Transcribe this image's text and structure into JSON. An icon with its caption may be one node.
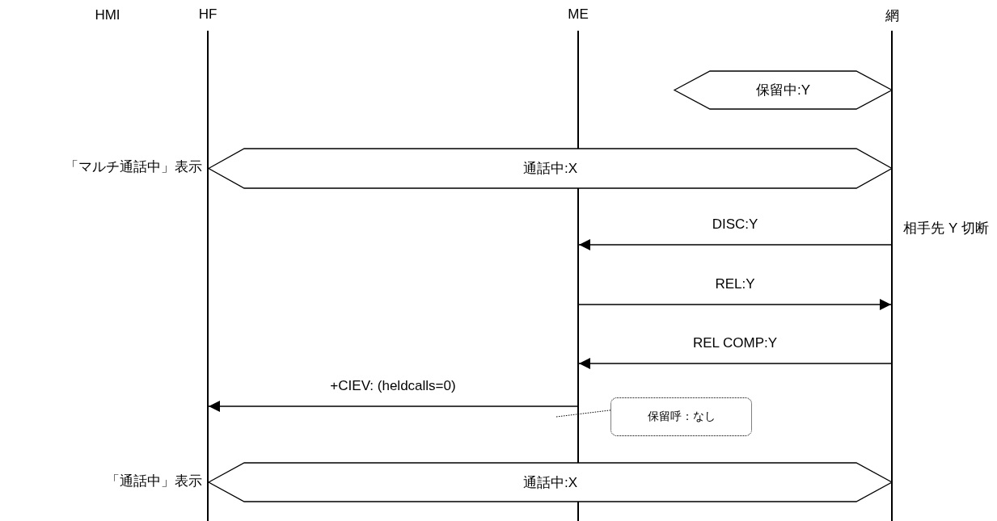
{
  "diagram": {
    "nodes": [
      {
        "text": [],
        "shape": "bar",
        "beside": [
          "HF"
        ]
      },
      {
        "text": [],
        "shape": "bar",
        "beside": [
          "ME"
        ]
      },
      {
        "text": [],
        "shape": "bar",
        "beside": [
          "網"
        ]
      },
      {
        "text": [
          "保留中:Y"
        ]
      },
      {
        "text": [
          "通話中:X"
        ]
      },
      {
        "text": [
          "保留呼：なし"
        ]
      },
      {
        "text": [
          "通話中:X"
        ]
      }
    ],
    "edges": [
      {
        "from": 2,
        "to": 1,
        "arrow": "to",
        "label": "DISC:Y"
      },
      {
        "from": 1,
        "to": 2,
        "arrow": "to",
        "label": "REL:Y"
      },
      {
        "from": 2,
        "to": 1,
        "arrow": "to",
        "label": "REL COMP:Y"
      },
      {
        "from": 1,
        "to": 0,
        "arrow": "to",
        "label": "+CIEV: (heldcalls=0)"
      },
      {
        "from": 5,
        "to": null,
        "arrow": "none",
        "style": "dashed"
      }
    ],
    "labels": [
      "HMI",
      "「マルチ通話中」表示",
      "相手先 Y 切断",
      "「通話中」表示"
    ]
  }
}
